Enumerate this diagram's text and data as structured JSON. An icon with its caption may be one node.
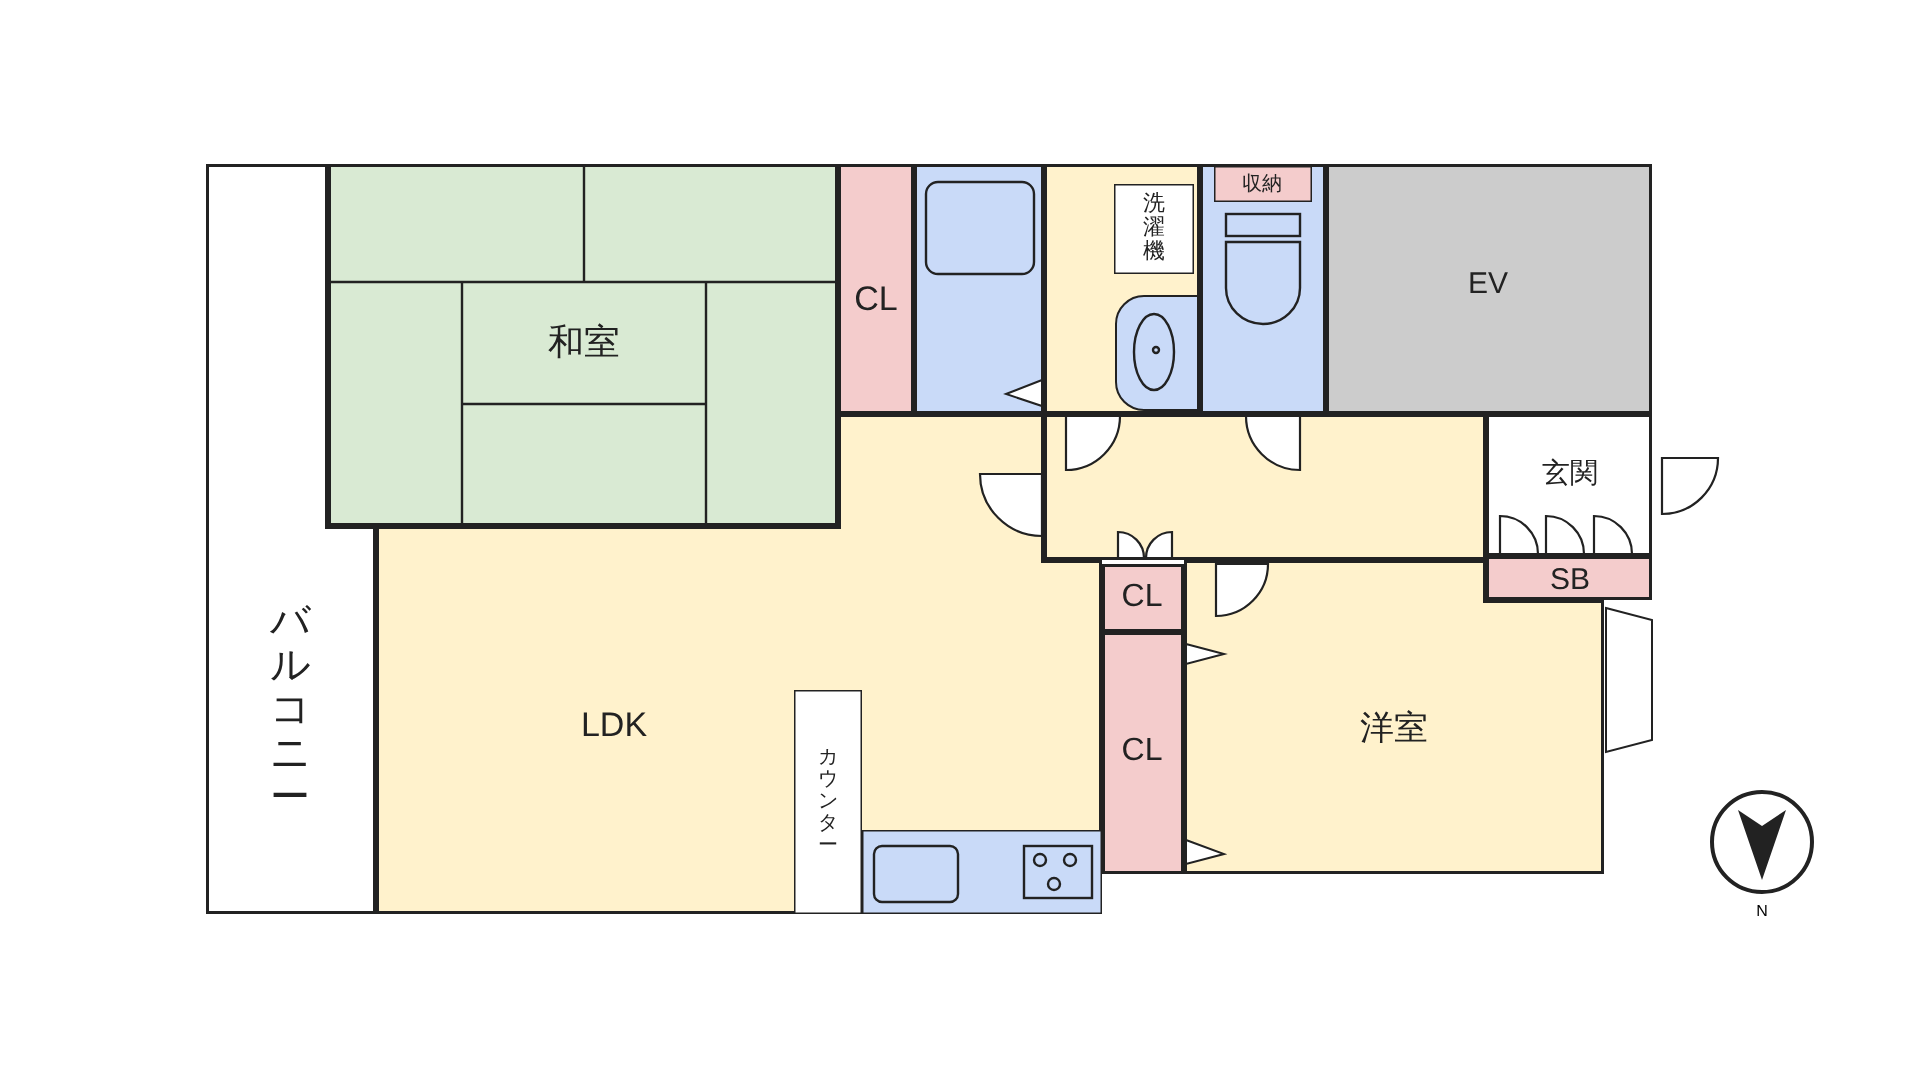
{
  "diagram": {
    "nodes": [
      {
        "text": [
          "バルコニー"
        ]
      },
      {
        "text": [
          "和室"
        ]
      },
      {
        "text": [
          "CL"
        ]
      },
      {
        "text": [],
        "shape": "box"
      },
      {
        "text": [],
        "shape": "box"
      },
      {
        "text": [
          "洗濯機"
        ],
        "in": 4
      },
      {
        "text": [],
        "shape": "box"
      },
      {
        "text": [
          "収納"
        ],
        "in": 6
      },
      {
        "text": [
          "EV"
        ]
      },
      {
        "text": [],
        "shape": "box"
      },
      {
        "text": [
          "玄関"
        ]
      },
      {
        "text": [
          "SB"
        ]
      },
      {
        "text": [
          "LDK"
        ]
      },
      {
        "text": [
          "カウンター"
        ],
        "in": 12
      },
      {
        "text": [],
        "shape": "box",
        "in": 12
      },
      {
        "text": [
          "CL"
        ]
      },
      {
        "text": [
          "CL"
        ]
      },
      {
        "text": [
          "洋室"
        ]
      }
    ],
    "edges": [],
    "labels": [
      "N"
    ]
  }
}
